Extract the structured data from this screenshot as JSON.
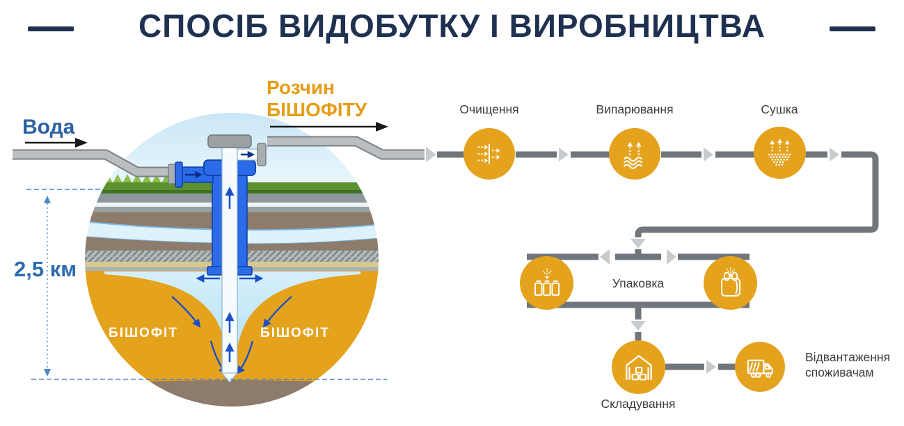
{
  "title": {
    "text": "СПОСІБ ВИДОБУТКУ І ВИРОБНИЦТВА"
  },
  "colors": {
    "title_navy": "#1F3150",
    "accent_orange": "#E5A21D",
    "label_blue": "#2B62A3",
    "solution_orange": "#E79C15",
    "pipe_dark_gray": "#70767B",
    "pipe_light_gray": "#BABEC1",
    "chevron_gray": "#C9CCCF",
    "deposit_orange": "#E5A21D"
  },
  "well_diagram": {
    "water_label": "Вода",
    "solution_label_line1": "Розчин",
    "solution_label_line2": "БІШОФІТУ",
    "depth_label": "2,5 км",
    "deposit_left_label": "БІШОФІТ",
    "deposit_right_label": "БІШОФІТ"
  },
  "process": {
    "steps": [
      {
        "label": "Очищення",
        "icon": "filter-icon"
      },
      {
        "label": "Випарювання",
        "icon": "evaporation-icon"
      },
      {
        "label": "Сушка",
        "icon": "drying-icon"
      },
      {
        "label": "Упаковка",
        "icons": [
          "jars-icon",
          "bag-icon"
        ]
      },
      {
        "label": "Складування",
        "icon": "warehouse-icon"
      },
      {
        "label": "Відвантаження споживачам",
        "icon": "truck-icon"
      }
    ]
  }
}
